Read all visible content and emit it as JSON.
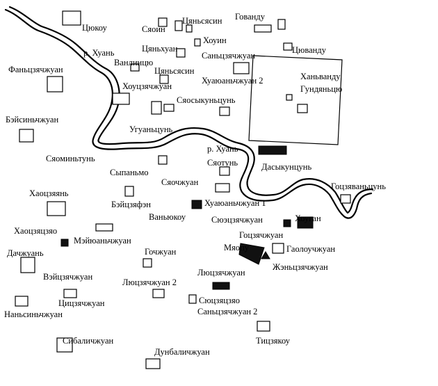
{
  "labels": {
    "tsyukou": "Цюкоу",
    "syaoin": "Сяоин",
    "tsyansyasin_top": "Цяньсясин",
    "govandu": "Говандy",
    "khoin": "Хоуин",
    "river_huan_1": "р. Хуань",
    "tsyankhuan": "Цяньхуан",
    "santsyachzhuan": "Саньцзячжуан",
    "tsyuvandu": "Цюванду",
    "fantsyachzhuan": "Фаньцзячжуан",
    "vanlintsyu": "Ванлинцю",
    "tsyansyasin_2": "Цяньсясин",
    "khuayuanchzhuan2": "Хуаюаньчжуан 2",
    "khanvandu": "Ханьванду",
    "khoutsyachzhuan": "Хоуцзячжуан",
    "gundyantsyu": "Гундяньцю",
    "syaosykuntsun": "Сяосыкуньцунь",
    "beysinchzhuan": "Бэйсиньчжуан",
    "uguantsun": "Угуаньцунь",
    "river_huan_2": "р. Хуань",
    "syaomintun": "Сяоминьтунь",
    "syaotun": "Сяотунь",
    "dasykuntsun": "Дасыкунцунь",
    "sypanmo": "Сыпаньмо",
    "syaochzhuan": "Сяочжуан",
    "gotsyavantsun": "Гоцзяваньцунь",
    "khaotsyayan": "Хаоцзяянь",
    "beytsyafen": "Бэйцзяфэн",
    "khuayuanchzhuan1": "Хуаюаньчжуан 1",
    "vanyukou": "Ваньюкоу",
    "syuetsyachzhuan": "Сюэцзячжуан",
    "khougan": "Хоуган",
    "khaotsyatsyao": "Хаоцзяцзяо",
    "meyyuanchzhuan": "Мэйюаньчжуан",
    "gotsyachzhuan": "Гоцзячжуан",
    "myaopu": "Мяопу",
    "gaolouchzhuan": "Гаолоучжуан",
    "dachzhuan": "Дачжуань",
    "gochzhuan": "Гочжуан",
    "zhentsyachzhuan": "Жэньцзячжуан",
    "veytsyachzhuan": "Вэйцзячжуан",
    "lyutsyachzhuan": "Люцзячжуан",
    "lyutsyachzhuan2": "Люцзячжуан 2",
    "tsitsyachzhuan": "Цицзячжуан",
    "syutsyatsyao": "Сюцзяцзяо",
    "nansinchzhuan": "Наньсиньчжуан",
    "santsyachzhuan2": "Саньцзячжуан 2",
    "tidsyakou": "Тицзякоу",
    "sibalichzhuan": "Сибаличжуан",
    "dunbalichzhuan": "Дунбаличжуан"
  }
}
